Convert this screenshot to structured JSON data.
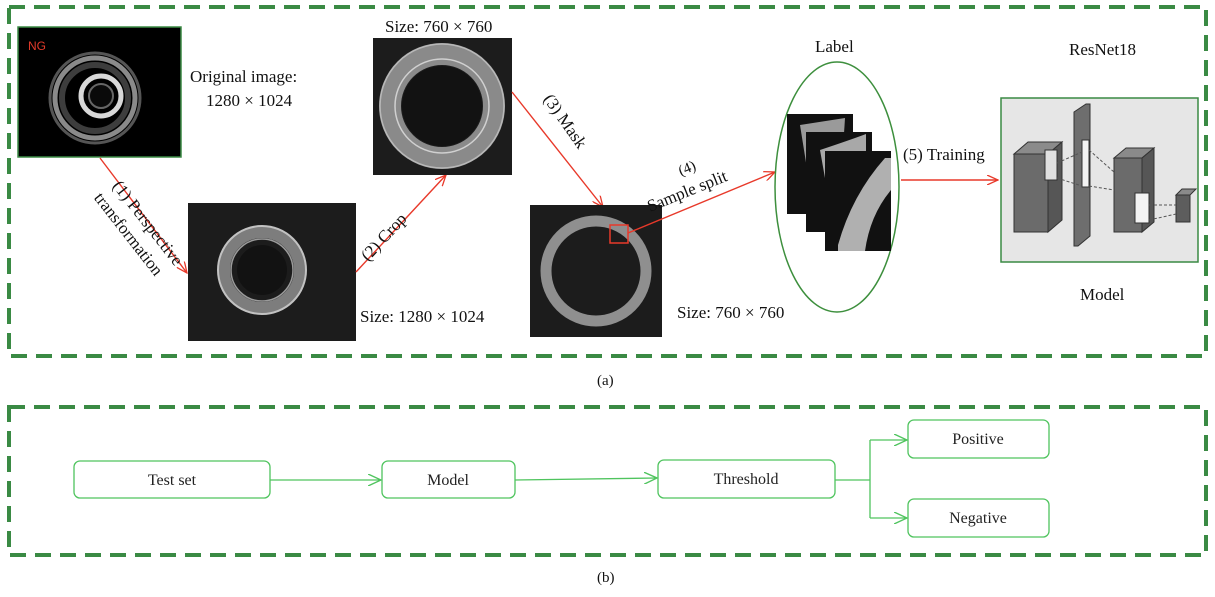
{
  "panel_a": {
    "caption": "(a)",
    "original_image_label_line1": "Original image:",
    "original_image_label_line2": "1280 × 1024",
    "ng_tag": "NG",
    "step1_line1": "(1) Perspective",
    "step1_line2": "transformation",
    "size_warped": "Size: 1280 × 1024",
    "step2": "(2) Crop",
    "size_cropped": "Size: 760 × 760",
    "step3": "(3) Mask",
    "size_masked": "Size: 760 × 760",
    "step4_line1": "(4)",
    "step4_line2": "Sample split",
    "label_title": "Label",
    "step5": "(5) Training",
    "resnet_title": "ResNet18",
    "model_caption": "Model"
  },
  "panel_b": {
    "caption": "(b)",
    "test_set": "Test set",
    "model": "Model",
    "threshold": "Threshold",
    "positive": "Positive",
    "negative": "Negative"
  },
  "colors": {
    "dashed_border": "#3a8a44",
    "arrow_red": "#e8392a",
    "flow_green": "#4fc45e",
    "ellipse_green": "#3d8f3d"
  }
}
